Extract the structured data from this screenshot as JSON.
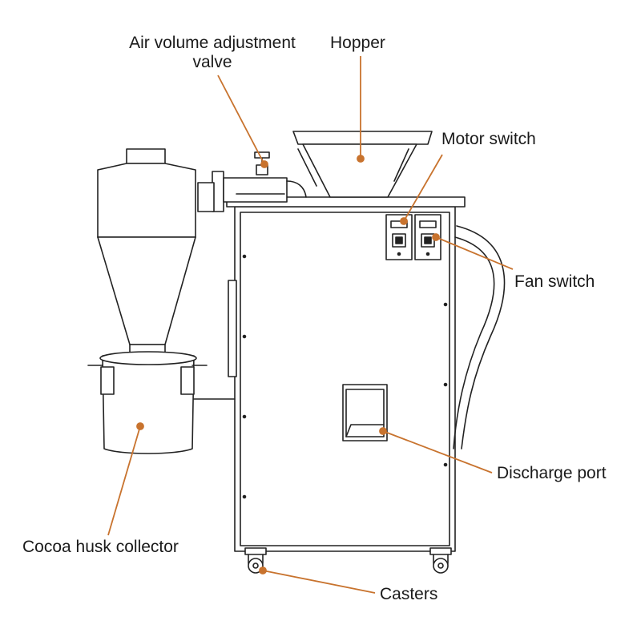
{
  "colors": {
    "leader": "#c8732e",
    "outline": "#222222",
    "background": "#ffffff"
  },
  "labels": {
    "air_valve_line1": "Air volume adjustment",
    "air_valve_line2": "valve",
    "hopper": "Hopper",
    "motor_switch": "Motor switch",
    "fan_switch": "Fan switch",
    "discharge_port": "Discharge port",
    "cocoa_husk_collector": "Cocoa husk collector",
    "casters": "Casters"
  }
}
